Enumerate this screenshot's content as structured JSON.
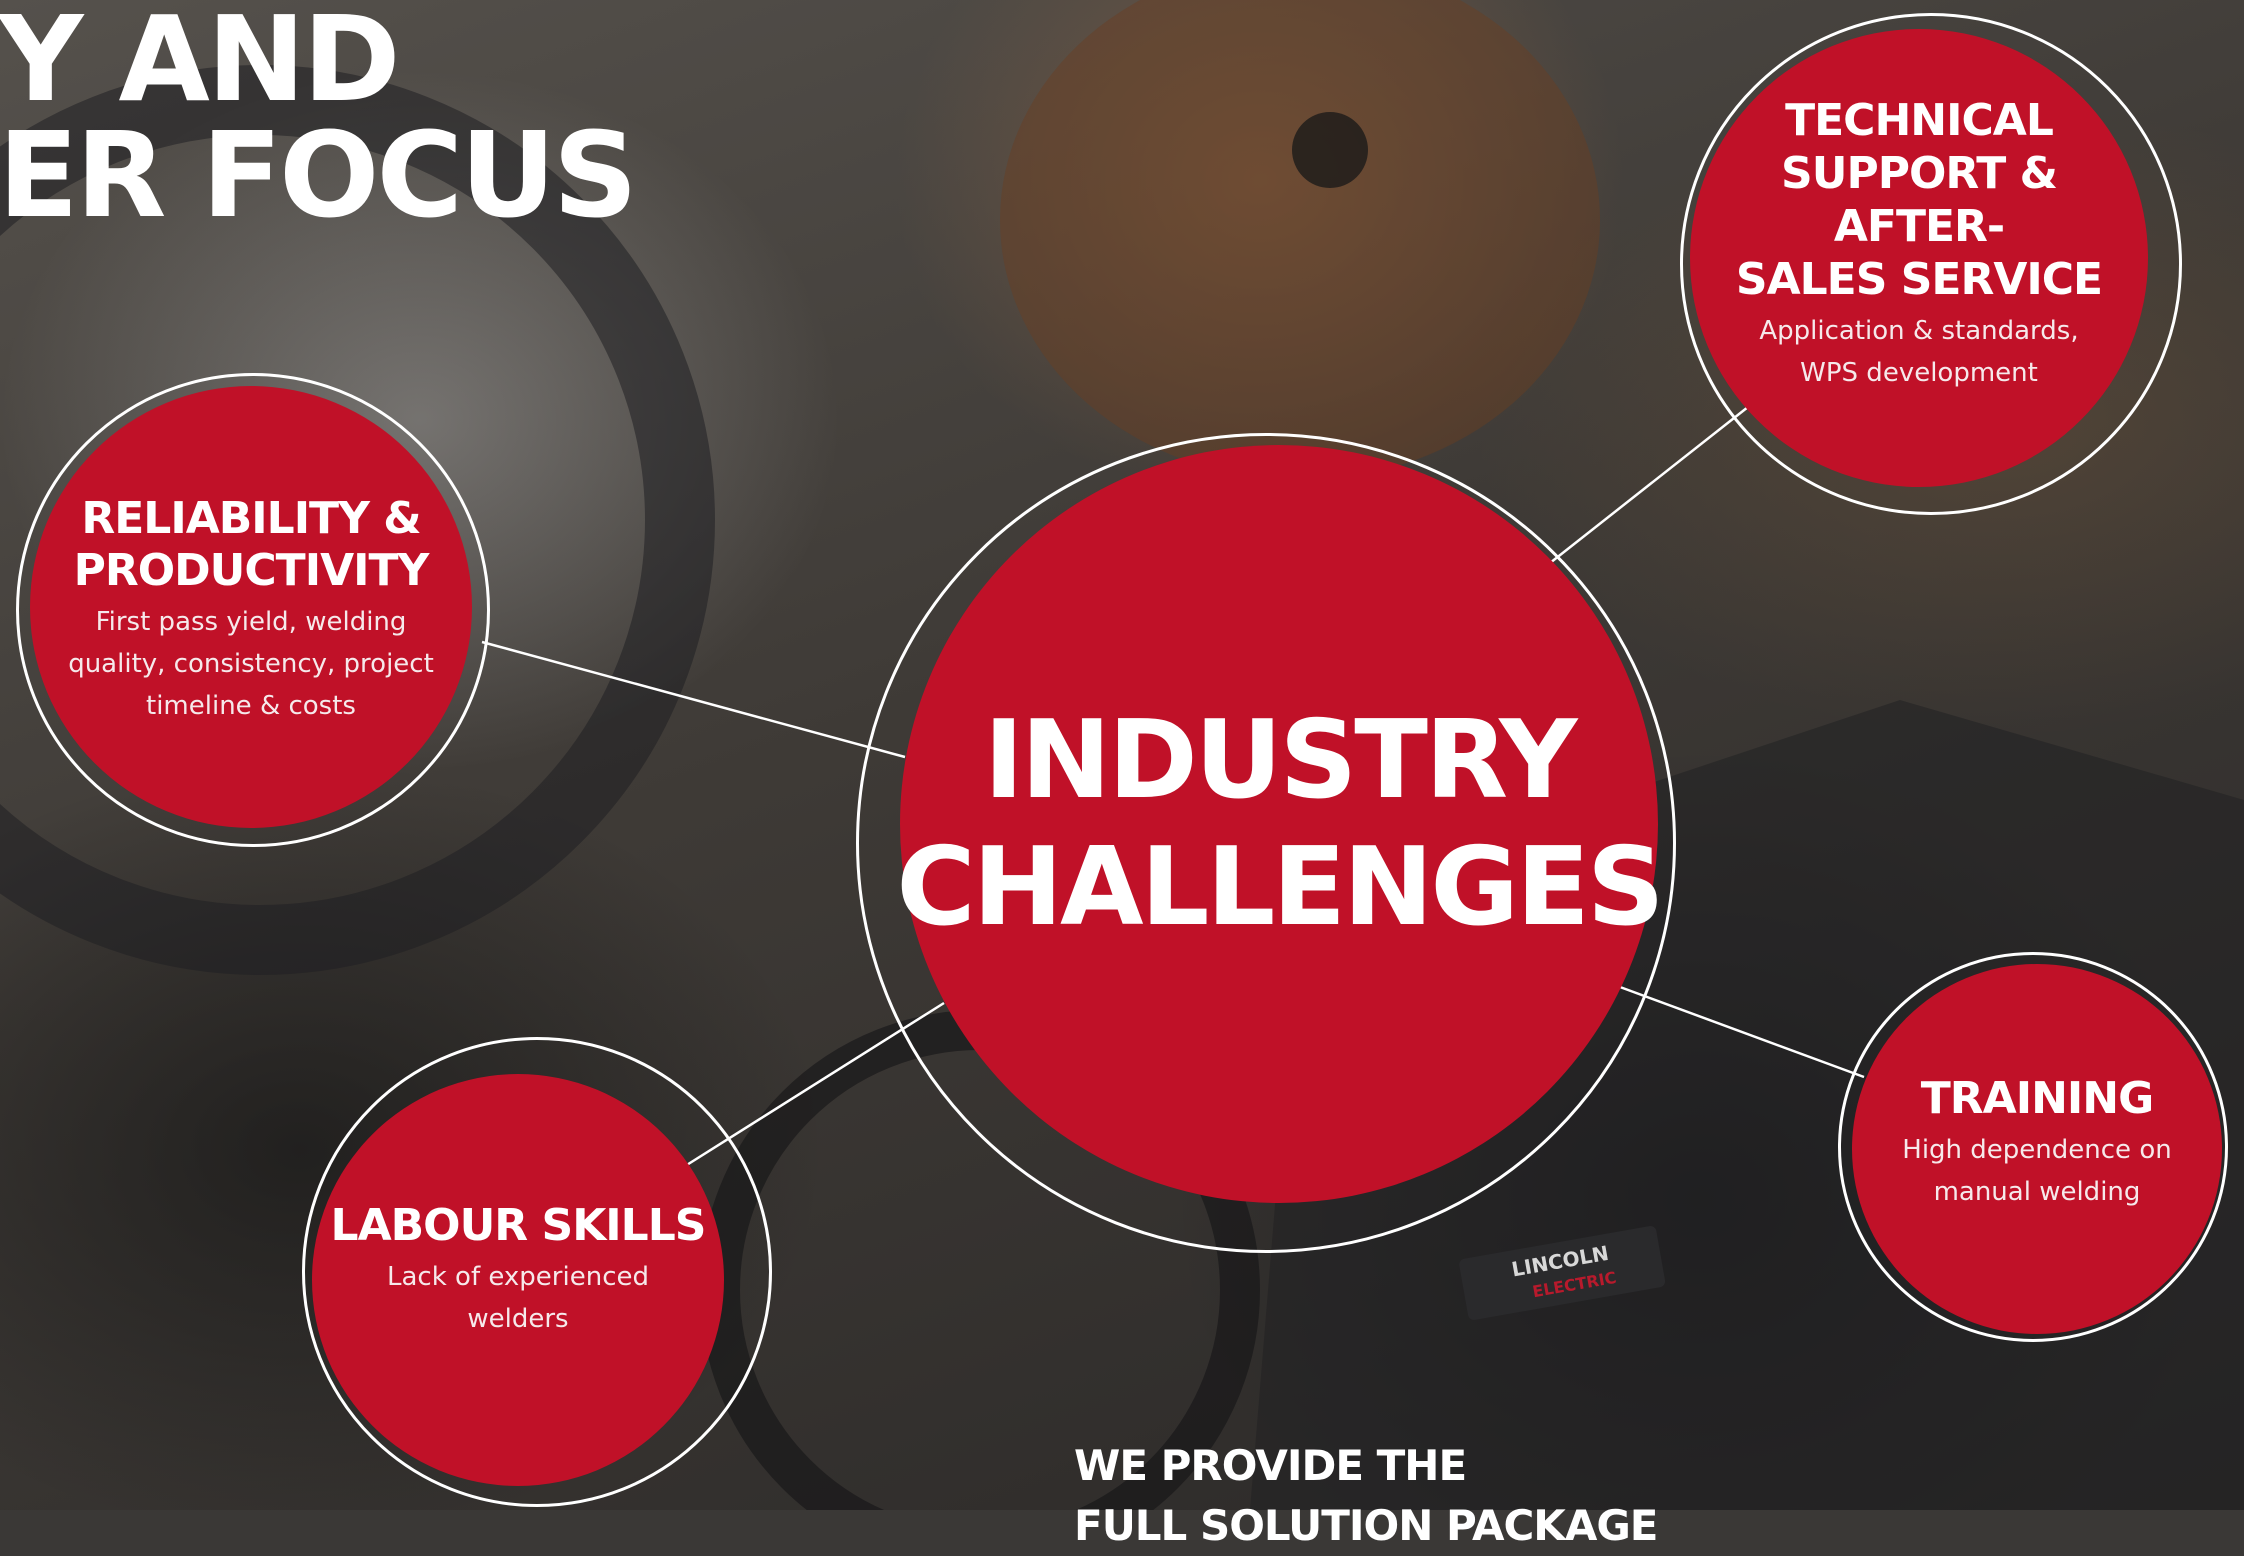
{
  "headline": {
    "line1": "Y AND",
    "line2": "ER FOCUS"
  },
  "center": {
    "title_line1": "INDUSTRY",
    "title_line2": "CHALLENGES"
  },
  "nodes": {
    "technical_support": {
      "title_line1": "TECHNICAL",
      "title_line2": "SUPPORT & AFTER-",
      "title_line3": "SALES  SERVICE",
      "desc_line1": "Application & standards,",
      "desc_line2": "WPS development"
    },
    "reliability": {
      "title_line1": "RELIABILITY &",
      "title_line2": "PRODUCTIVITY",
      "desc_line1": "First pass yield, welding",
      "desc_line2": "quality, consistency, project",
      "desc_line3": "timeline & costs"
    },
    "training": {
      "title_line1": "TRAINING",
      "desc_line1": "High dependence on",
      "desc_line2": "manual welding"
    },
    "labour_skills": {
      "title_line1": "LABOUR SKILLS",
      "desc_line1": "Lack of experienced",
      "desc_line2": "welders"
    }
  },
  "footer": {
    "line1": "WE PROVIDE THE",
    "line2": "FULL SOLUTION PACKAGE"
  },
  "background_logo": {
    "line1": "LINCOLN",
    "line2": "ELECTRIC"
  },
  "colors": {
    "accent_red": "#c01128",
    "text": "#ffffff",
    "ring": "#ffffff"
  }
}
